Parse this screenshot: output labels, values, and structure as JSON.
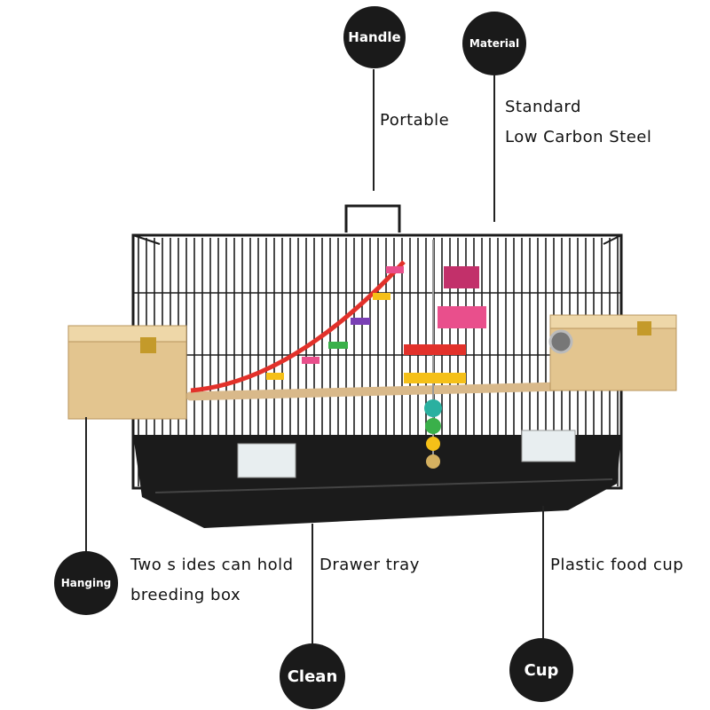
{
  "callouts": {
    "handle": {
      "badge": "Handle",
      "text": "Portable"
    },
    "material": {
      "badge": "Material",
      "lines": [
        "Standard",
        "Low Carbon Steel"
      ]
    },
    "hanging": {
      "badge": "Hanging",
      "lines": [
        "Two s ides can hold",
        "breeding box"
      ]
    },
    "clean": {
      "badge": "Clean",
      "text": "Drawer tray"
    },
    "cup": {
      "badge": "Cup",
      "text": "Plastic food cup"
    }
  },
  "colors": {
    "badge": "#1a1a1a",
    "cage": "#1c1c1c",
    "wood": "#e3c58f"
  }
}
